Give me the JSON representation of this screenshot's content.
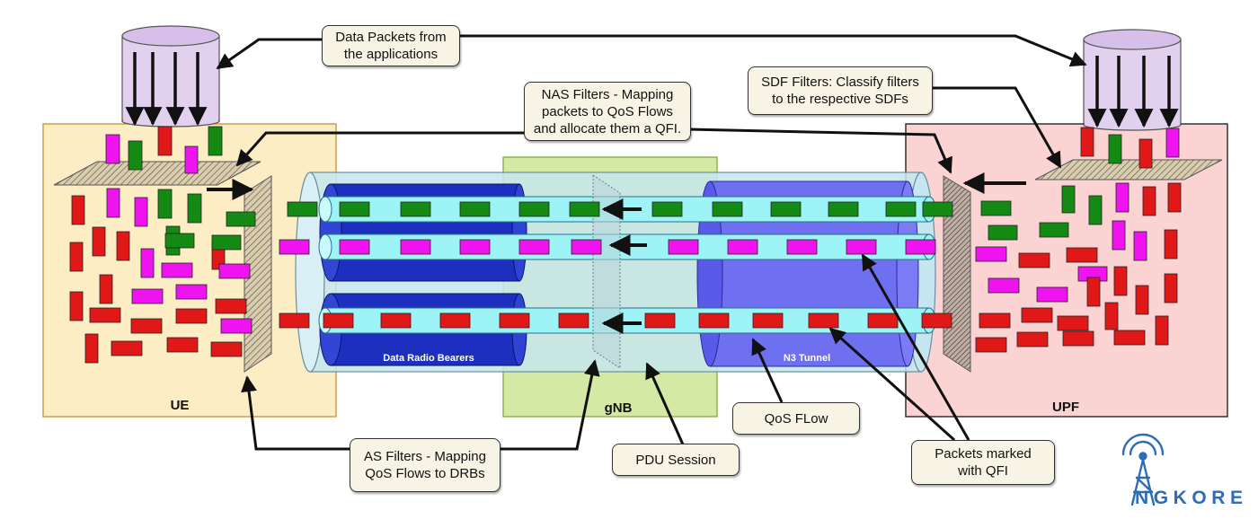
{
  "labels": {
    "ue": "UE",
    "gnb": "gNB",
    "upf": "UPF",
    "drb": "Data Radio Bearers",
    "n3": "N3 Tunnel"
  },
  "callouts": {
    "data_packets": [
      "Data Packets from",
      "the applications"
    ],
    "nas_filters": [
      "NAS Filters - Mapping",
      "packets to QoS Flows",
      "and allocate them a QFI."
    ],
    "sdf_filters": [
      "SDF Filters: Classify filters",
      "to the respective SDFs"
    ],
    "as_filters": [
      "AS Filters - Mapping",
      "QoS Flows to DRBs"
    ],
    "pdu_session": [
      "PDU Session"
    ],
    "qos_flow": [
      "QoS FLow"
    ],
    "packets_qfi": [
      "Packets marked",
      "with QFI"
    ]
  },
  "logo": {
    "text": "NGKORE"
  },
  "colors": {
    "ue_box": "#fcedc5",
    "upf_box": "#fbd3d3",
    "gnb_box": "#d4eaa4",
    "pdu_pipe": "#c5e6ee",
    "drb_pipe": "#1c2fbf",
    "n3_pipe": "#6f6ff2",
    "qos_flow_pipe": "#9ef3f6",
    "packet_green": "#148a14",
    "packet_magenta": "#ef14ef",
    "packet_red": "#e01818",
    "logo_blue": "#2d6db5"
  }
}
